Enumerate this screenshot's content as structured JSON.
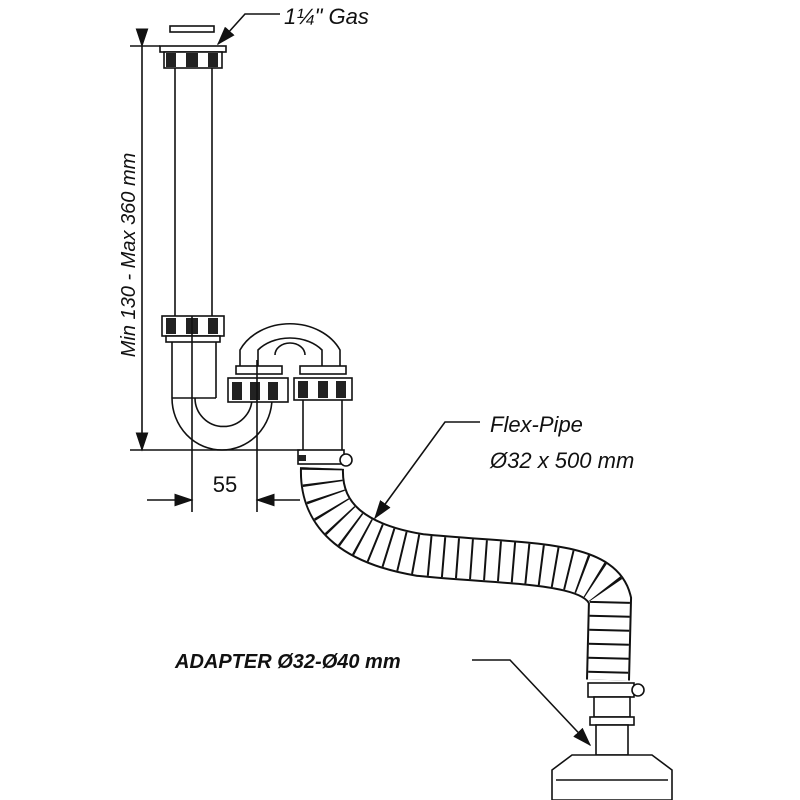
{
  "labels": {
    "thread": "1¼\" Gas",
    "height_range": "Min 130 - Max 360 mm",
    "offset": "55",
    "flex_pipe_title": "Flex-Pipe",
    "flex_pipe_size": "Ø32 x 500 mm",
    "adapter": "ADAPTER Ø32-Ø40 mm"
  },
  "colors": {
    "line": "#111111",
    "background": "#ffffff"
  }
}
